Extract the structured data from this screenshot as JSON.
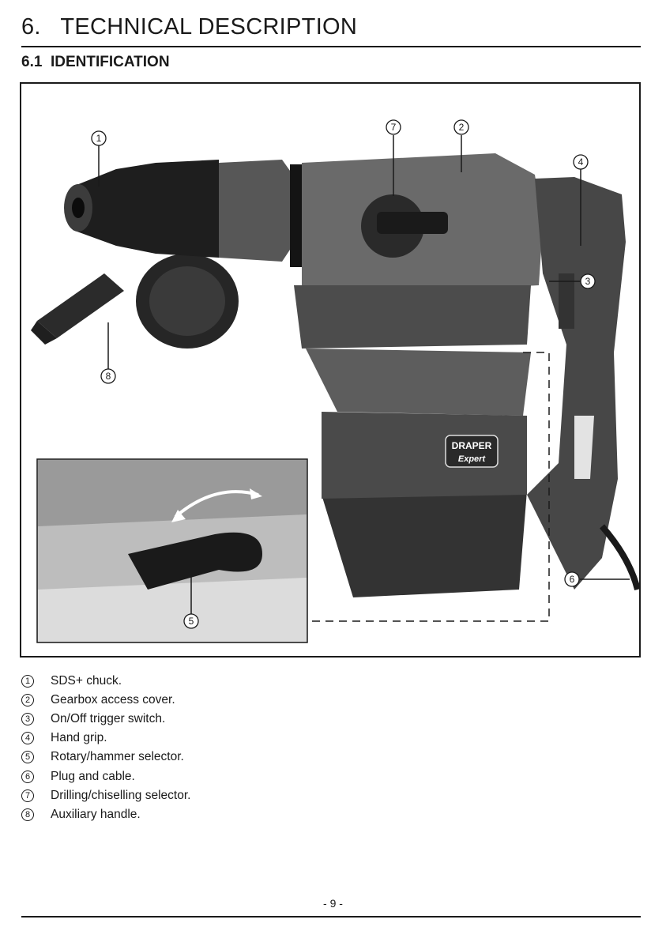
{
  "header": {
    "title": "6.   TECHNICAL DESCRIPTION",
    "subtitle": "6.1  IDENTIFICATION"
  },
  "figure": {
    "logo_text_top": "DRAPER",
    "logo_text_bottom": "Expert",
    "callouts": [
      "1",
      "2",
      "3",
      "4",
      "5",
      "6",
      "7",
      "8"
    ]
  },
  "legend": [
    {
      "num": "1",
      "text": "SDS+ chuck."
    },
    {
      "num": "2",
      "text": "Gearbox access cover."
    },
    {
      "num": "3",
      "text": "On/Off trigger switch."
    },
    {
      "num": "4",
      "text": "Hand grip."
    },
    {
      "num": "5",
      "text": "Rotary/hammer selector."
    },
    {
      "num": "6",
      "text": "Plug and cable."
    },
    {
      "num": "7",
      "text": "Drilling/chiselling selector."
    },
    {
      "num": "8",
      "text": "Auxiliary handle."
    }
  ],
  "footer": {
    "page": "- 9 -"
  },
  "colors": {
    "ink": "#1a1a1a",
    "tool_body": "#5a5a5a",
    "tool_dark": "#2b2b2b"
  }
}
